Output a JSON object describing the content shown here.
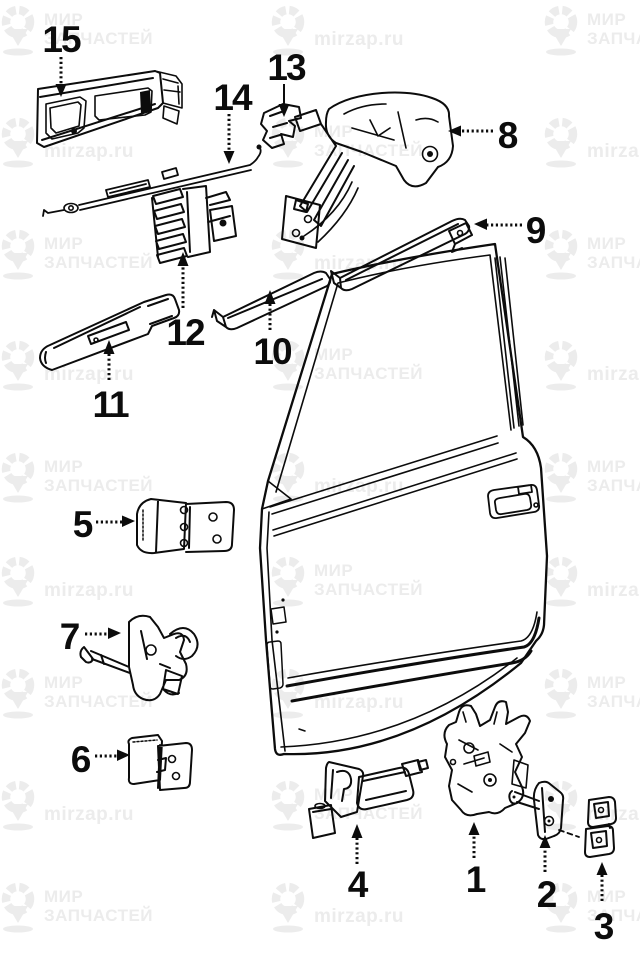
{
  "watermark": {
    "brand_name_line1": "МИР",
    "brand_name_line2": "ЗАПЧАСТЕЙ",
    "brand_url": "mirzap.ru",
    "color": "#ececec",
    "grid": {
      "rows_y": [
        3,
        115,
        227,
        338,
        450,
        554,
        666,
        778,
        880
      ],
      "cols_x": [
        -2,
        268,
        541
      ]
    }
  },
  "diagram": {
    "ink": "#0c0c0c",
    "background": "#ffffff",
    "callouts": [
      {
        "num": "1"
      },
      {
        "num": "2"
      },
      {
        "num": "3"
      },
      {
        "num": "4"
      },
      {
        "num": "5"
      },
      {
        "num": "6"
      },
      {
        "num": "7"
      },
      {
        "num": "8"
      },
      {
        "num": "9"
      },
      {
        "num": "10"
      },
      {
        "num": "11"
      },
      {
        "num": "12"
      },
      {
        "num": "13"
      },
      {
        "num": "14"
      },
      {
        "num": "15"
      }
    ]
  }
}
